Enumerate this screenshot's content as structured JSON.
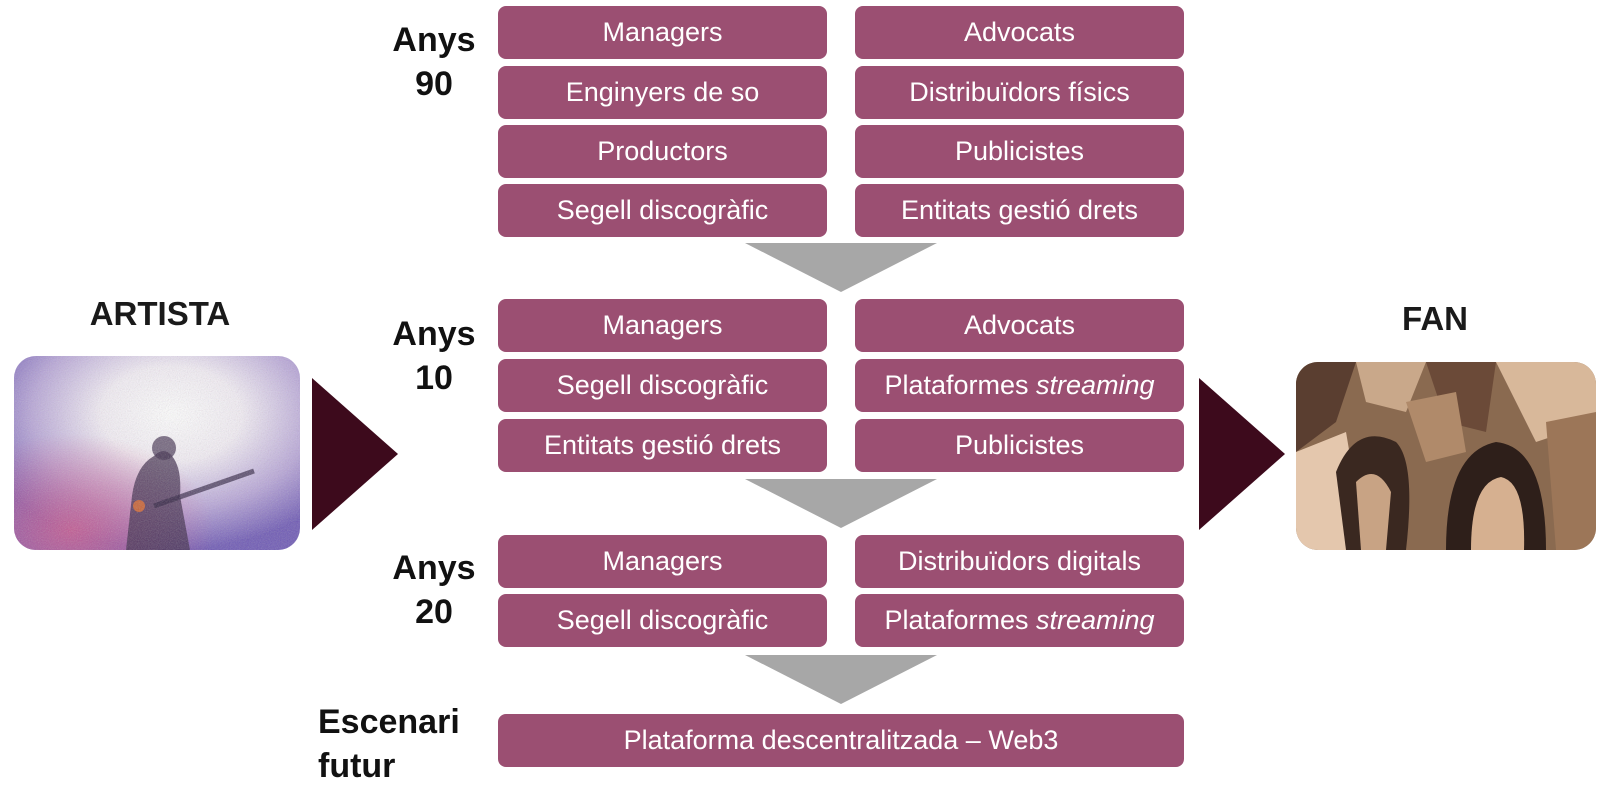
{
  "artist": {
    "label": "ARTISTA"
  },
  "fan": {
    "label": "FAN"
  },
  "eras": [
    {
      "line1": "Anys",
      "line2": "90"
    },
    {
      "line1": "Anys",
      "line2": "10"
    },
    {
      "line1": "Anys",
      "line2": "20"
    },
    {
      "line1": "Escenari",
      "line2": "futur"
    }
  ],
  "boxes_90": [
    [
      "Managers",
      "Advocats"
    ],
    [
      "Enginyers de so",
      "Distribuïdors físics"
    ],
    [
      "Productors",
      "Publicistes"
    ],
    [
      "Segell discogràfic",
      "Entitats gestió drets"
    ]
  ],
  "boxes_10": {
    "left": [
      "Managers",
      "Segell discogràfic",
      "Entitats gestió drets"
    ],
    "right": [
      "Advocats",
      "Plataformes ",
      "Publicistes"
    ],
    "streaming_italic": "streaming"
  },
  "boxes_20": {
    "left": [
      "Managers",
      "Segell discogràfic"
    ],
    "right": [
      "Distribuïdors digitals",
      "Plataformes "
    ],
    "streaming_italic": "streaming"
  },
  "future_box": "Plataforma descentralitzada – Web3",
  "colors": {
    "box": "#9b4f72",
    "arrow": "#3d0a1c",
    "funnel": "#a7a7a7"
  }
}
